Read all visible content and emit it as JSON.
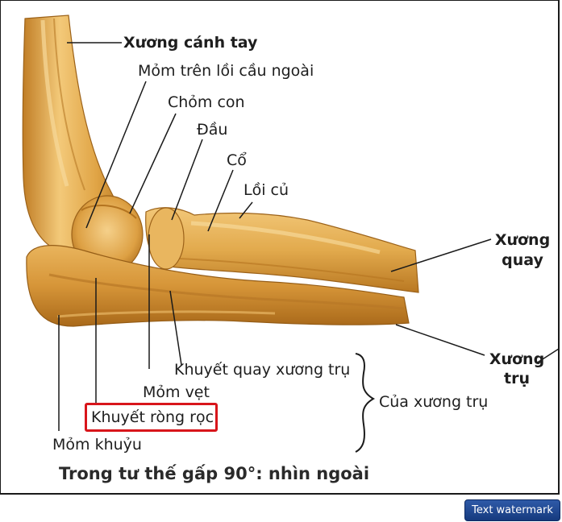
{
  "labels": {
    "humerus": "Xương cánh tay",
    "lateral_epicondyle": "Mỏm trên lồi cầu ngoài",
    "capitulum": "Chỏm con",
    "head": "Đầu",
    "neck": "Cổ",
    "tuberosity": "Lồi củ",
    "radius_line1": "Xương",
    "radius_line2": "quay",
    "ulna_line1": "Xương",
    "ulna_line2": "trụ",
    "radial_notch": "Khuyết quay xương trụ",
    "coronoid": "Mỏm vẹt",
    "trochlear_notch": "Khuyết ròng rọc",
    "olecranon": "Mỏm khuỷu",
    "of_ulna": "Của xương trụ"
  },
  "caption": "Trong tư thế gấp 90°: nhìn ngoài",
  "watermark_button": "Text watermark",
  "colors": {
    "bone_light": "#f0c070",
    "bone_mid": "#d99a35",
    "bone_dark": "#a8691c",
    "highlight_border": "#d8151b",
    "button_bg": "#1f4a96"
  }
}
